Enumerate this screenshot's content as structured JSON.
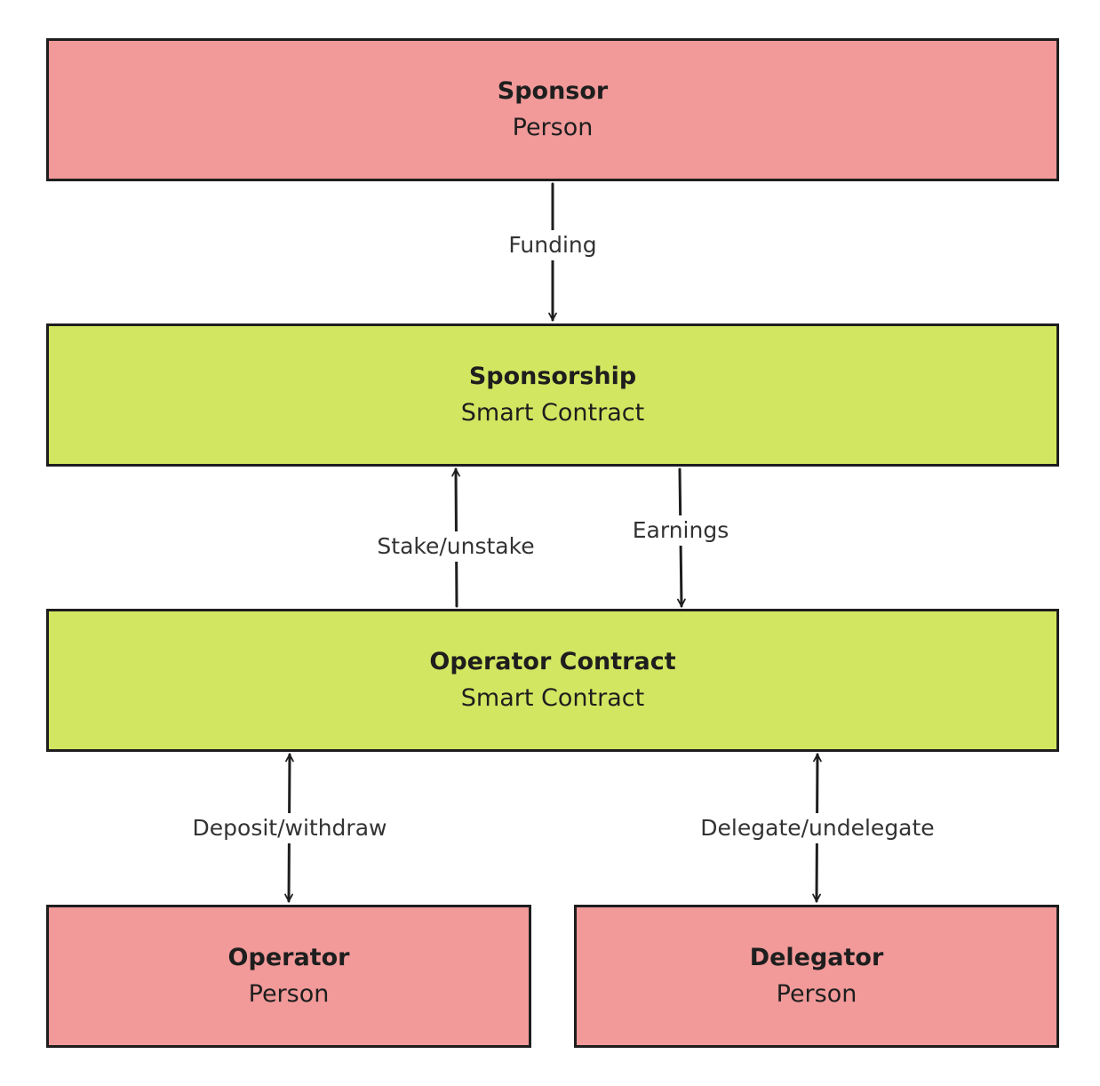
{
  "nodes": {
    "sponsor": {
      "title": "Sponsor",
      "type": "Person",
      "color": "#f19a99"
    },
    "sponsorship": {
      "title": "Sponsorship",
      "type": "Smart Contract",
      "color": "#d3e661"
    },
    "operator_contract": {
      "title": "Operator Contract",
      "type": "Smart Contract",
      "color": "#d3e661"
    },
    "operator": {
      "title": "Operator",
      "type": "Person",
      "color": "#f19a99"
    },
    "delegator": {
      "title": "Delegator",
      "type": "Person",
      "color": "#f19a99"
    }
  },
  "edges": [
    {
      "from": "sponsor",
      "to": "sponsorship",
      "label": "Funding",
      "direction": "one-way"
    },
    {
      "from": "operator_contract",
      "to": "sponsorship",
      "label": "Stake/unstake",
      "direction": "one-way"
    },
    {
      "from": "sponsorship",
      "to": "operator_contract",
      "label": "Earnings",
      "direction": "one-way"
    },
    {
      "from": "operator_contract",
      "to": "operator",
      "label": "Deposit/withdraw",
      "direction": "two-way"
    },
    {
      "from": "operator_contract",
      "to": "delegator",
      "label": "Delegate/undelegate",
      "direction": "two-way"
    }
  ]
}
